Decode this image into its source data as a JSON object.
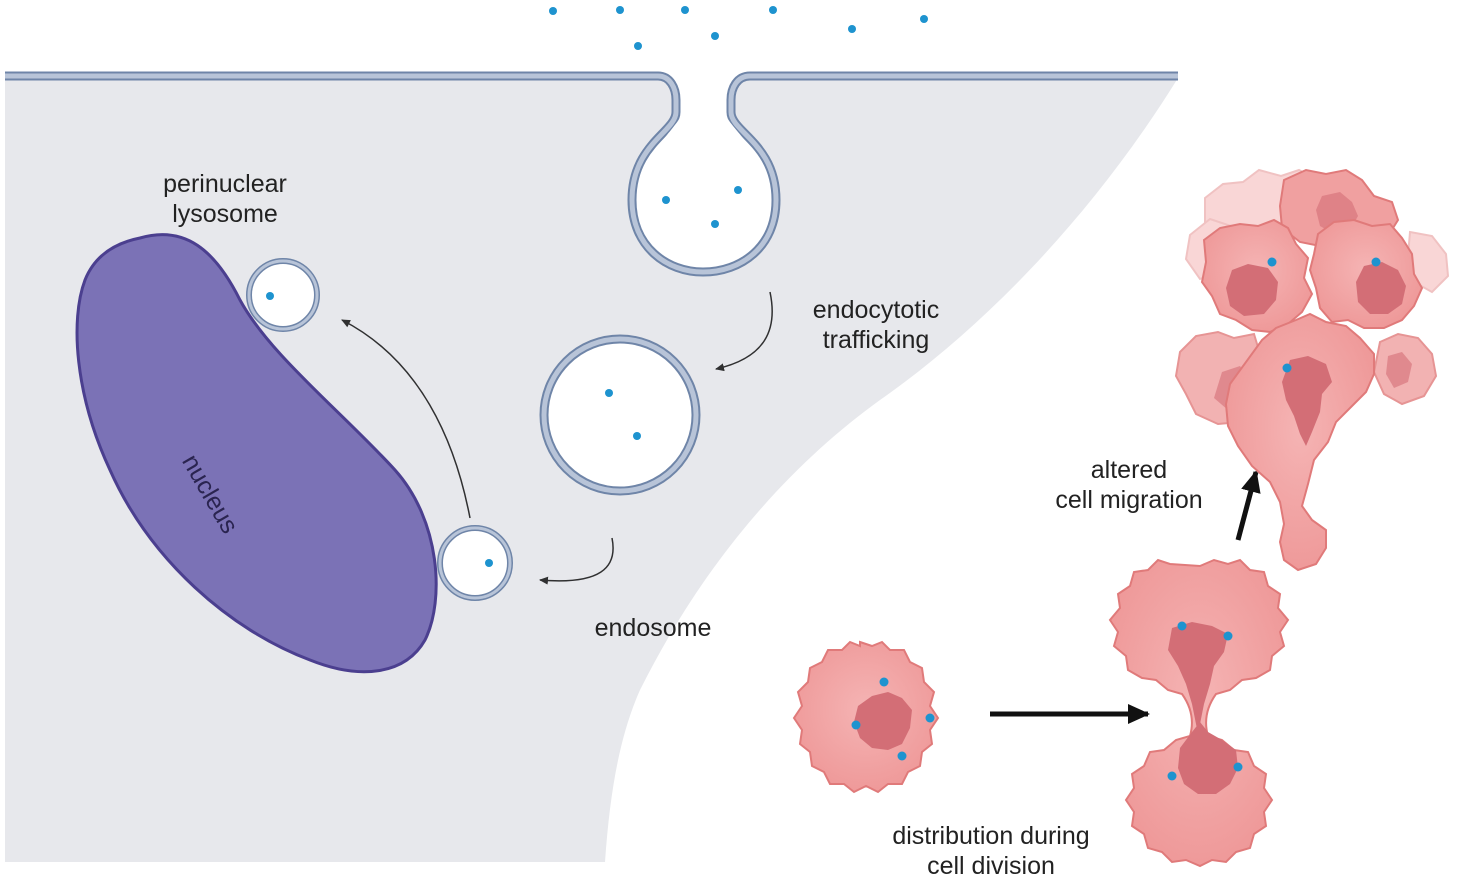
{
  "labels": {
    "perinuclear_lysosome": [
      "perinuclear",
      "lysosome"
    ],
    "nucleus": "nucleus",
    "endocytotic_trafficking": [
      "endocytotic",
      "trafficking"
    ],
    "endosome": "endosome",
    "altered_cell_migration": [
      "altered",
      "cell migration"
    ],
    "distribution_during_cell_division": [
      "distribution during",
      "cell division"
    ]
  },
  "colors": {
    "cytoplasm": "#e7e8ec",
    "membrane": "#a9b6cc",
    "membrane_line": "#6f85a8",
    "nucleus_fill": "#7b72b6",
    "nucleus_stroke": "#4b3f8f",
    "particle": "#1e93cf",
    "cell_fill": "#f2a5a5",
    "cell_stroke": "#e07a7a",
    "cell_nucleus": "#d36e76",
    "arrow": "#111111"
  }
}
